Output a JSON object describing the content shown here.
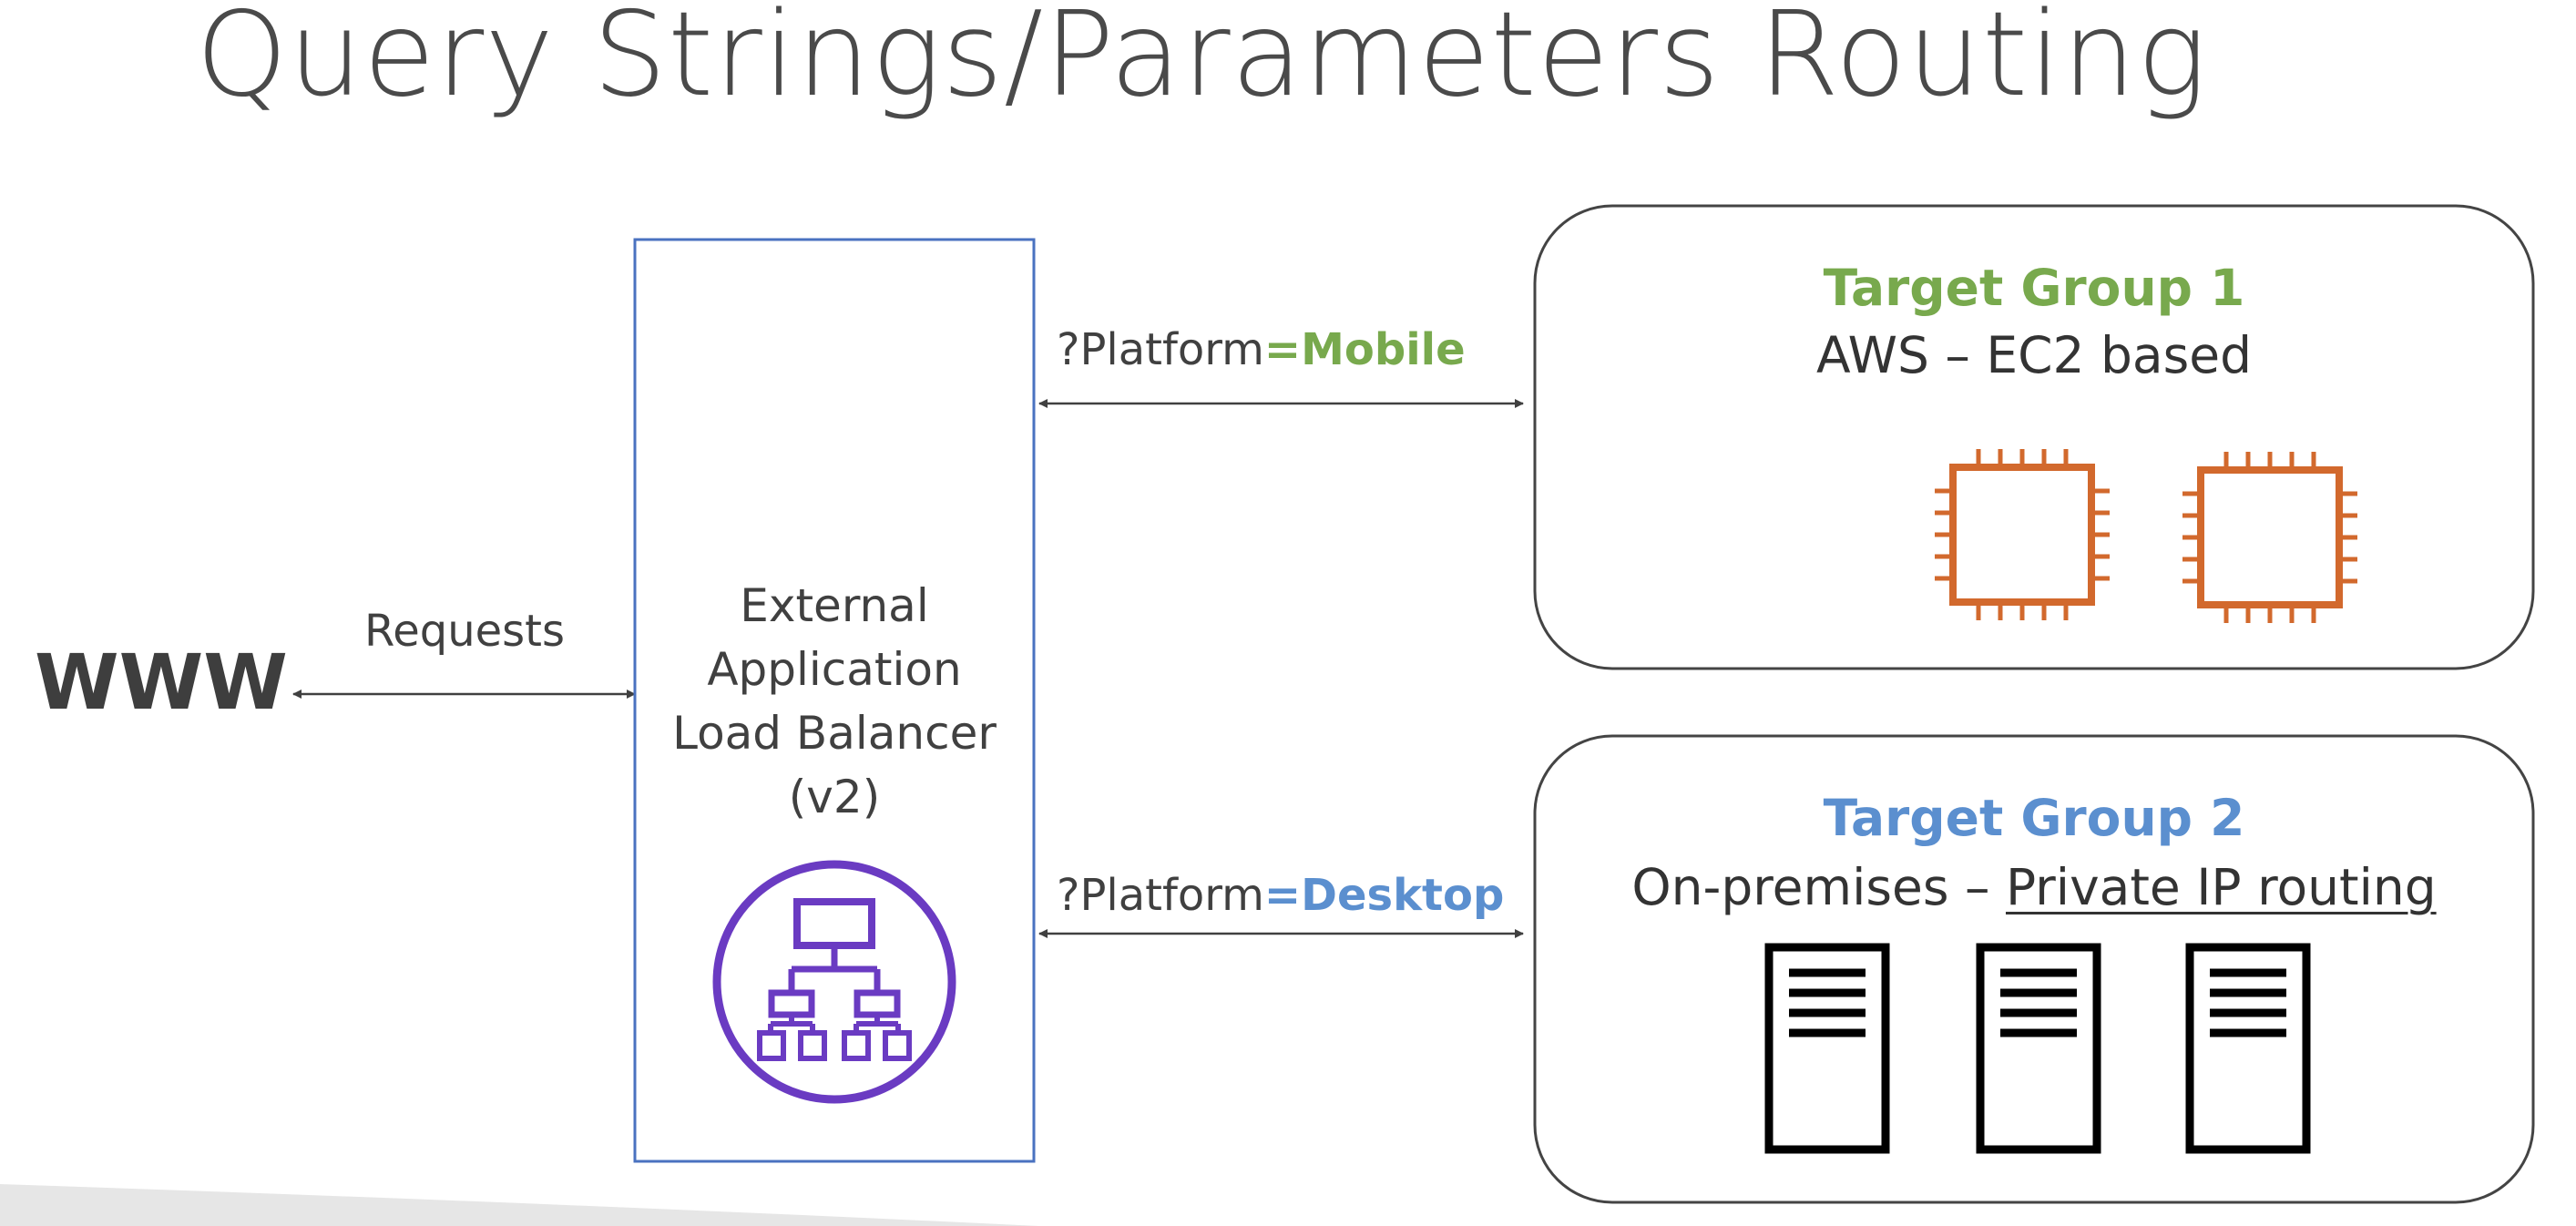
{
  "title": "Query Strings/Parameters Routing",
  "client": {
    "label": "WWW"
  },
  "client_link": {
    "label": "Requests"
  },
  "load_balancer": {
    "lines": [
      "External",
      "Application",
      "Load Balancer",
      "(v2)"
    ],
    "icon": "load-balancer-icon",
    "border_color": "#4a72c0",
    "icon_color": "#6a3bc2"
  },
  "routes": [
    {
      "prefix": "?Platform",
      "value": "=Mobile",
      "value_color": "#78a94d"
    },
    {
      "prefix": "?Platform",
      "value": "=Desktop",
      "value_color": "#5b8fcf"
    }
  ],
  "target_groups": [
    {
      "title": "Target Group 1",
      "title_color": "#78a94d",
      "subtitle": "AWS – EC2 based",
      "icon": "ec2-instance-icon",
      "icon_color": "#d2692d",
      "icon_count": 2
    },
    {
      "title": "Target Group 2",
      "title_color": "#5b8fcf",
      "subtitle_prefix": "On-premises – ",
      "subtitle_link": "Private IP routing",
      "icon": "server-icon",
      "icon_count": 3
    }
  ]
}
